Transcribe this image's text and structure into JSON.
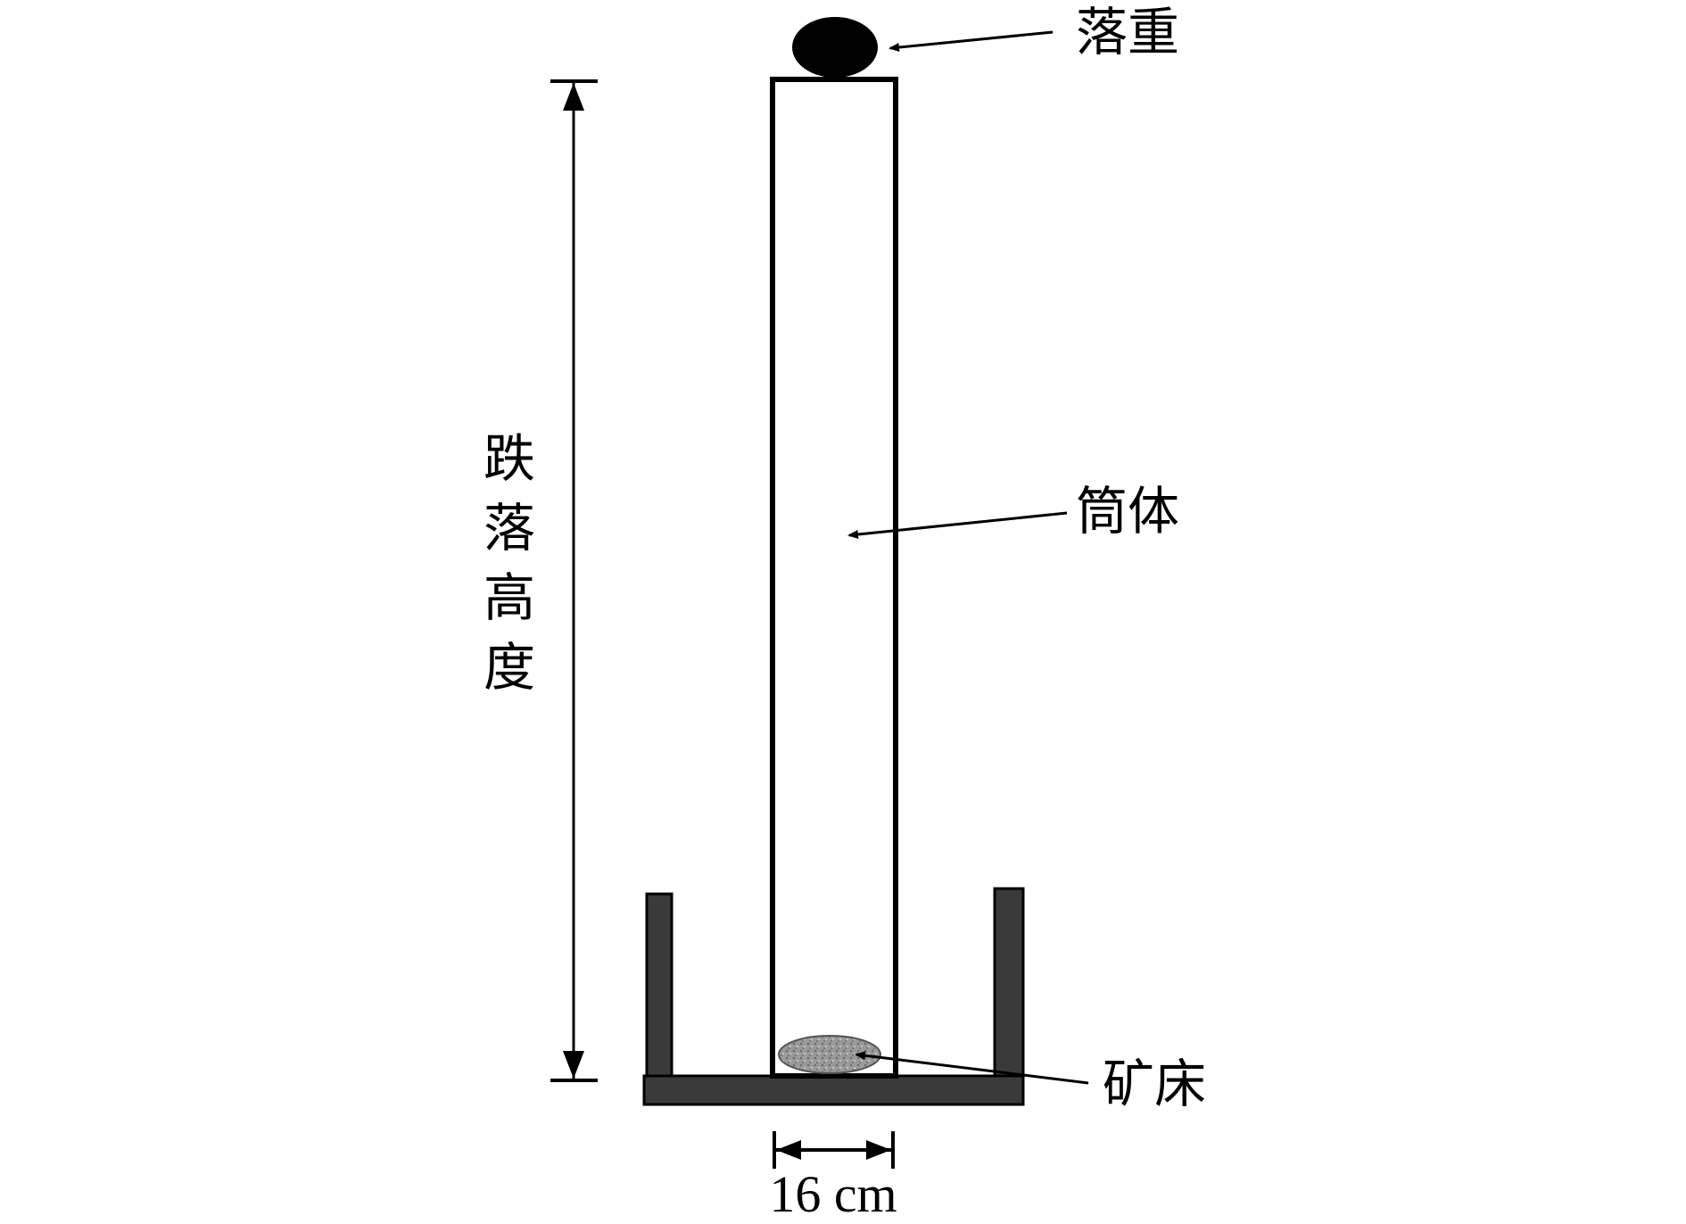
{
  "labels": {
    "drop_weight": "落重",
    "cylinder": "筒体",
    "ore_bed": "矿床",
    "drop_height": [
      "跌",
      "落",
      "高",
      "度"
    ],
    "width_dimension": "16 cm"
  },
  "colors": {
    "line": "#000000",
    "stand": "#3a3a3a",
    "ore_fill": "#9a9a9a",
    "background": "#ffffff"
  }
}
